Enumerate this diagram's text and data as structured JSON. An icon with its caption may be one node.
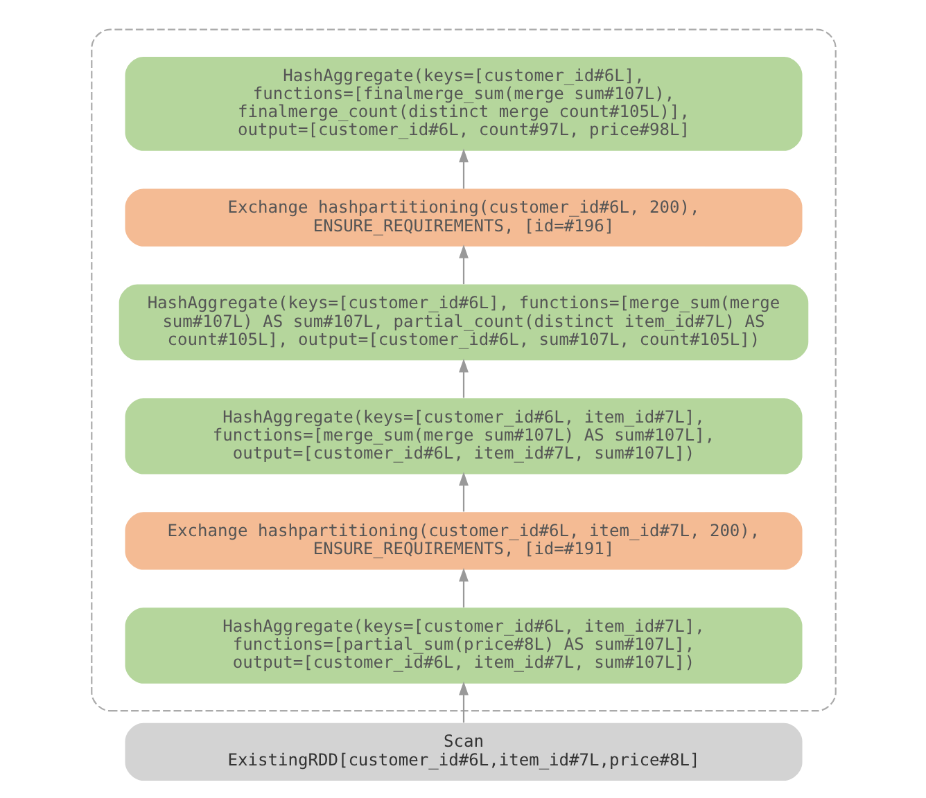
{
  "diagram": {
    "nodes": [
      {
        "text": [],
        "shape": "box"
      },
      {
        "text": [
          "HashAggregate(keys=[customer_id#6L], functions=[finalmerge_sum(merge sum#107L), finalmerge_count(distinct merge count#105L)], output=[customer_id#6L, count#97L, price#98L]"
        ],
        "in": 0
      },
      {
        "text": [
          "Exchange hashpartitioning(customer_id#6L, 200), ENSURE_REQUIREMENTS, [id=#196]"
        ],
        "in": 0
      },
      {
        "text": [
          "HashAggregate(keys=[customer_id#6L], functions=[merge_sum(merge sum#107L) AS sum#107L, partial_count(distinct item_id#7L) AS count#105L], output=[customer_id#6L, sum#107L, count#105L])"
        ],
        "in": 0
      },
      {
        "text": [
          "HashAggregate(keys=[customer_id#6L, item_id#7L], functions=[merge_sum(merge sum#107L) AS sum#107L], output=[customer_id#6L, item_id#7L, sum#107L])"
        ],
        "in": 0
      },
      {
        "text": [
          "Exchange hashpartitioning(customer_id#6L, item_id#7L, 200), ENSURE_REQUIREMENTS, [id=#191]"
        ],
        "in": 0
      },
      {
        "text": [
          "HashAggregate(keys=[customer_id#6L, item_id#7L], functions=[partial_sum(price#8L) AS sum#107L], output=[customer_id#6L, item_id#7L, sum#107L])"
        ],
        "in": 0
      },
      {
        "text": [
          "Scan",
          "ExistingRDD[customer_id#6L,item_id#7L,price#8L]"
        ]
      }
    ],
    "edges": [
      {
        "from": 7,
        "to": 6,
        "arrow": "to"
      },
      {
        "from": 6,
        "to": 5,
        "arrow": "to"
      },
      {
        "from": 5,
        "to": 4,
        "arrow": "to"
      },
      {
        "from": 4,
        "to": 3,
        "arrow": "to"
      },
      {
        "from": 3,
        "to": 2,
        "arrow": "to"
      },
      {
        "from": 2,
        "to": 1,
        "arrow": "to"
      }
    ]
  }
}
